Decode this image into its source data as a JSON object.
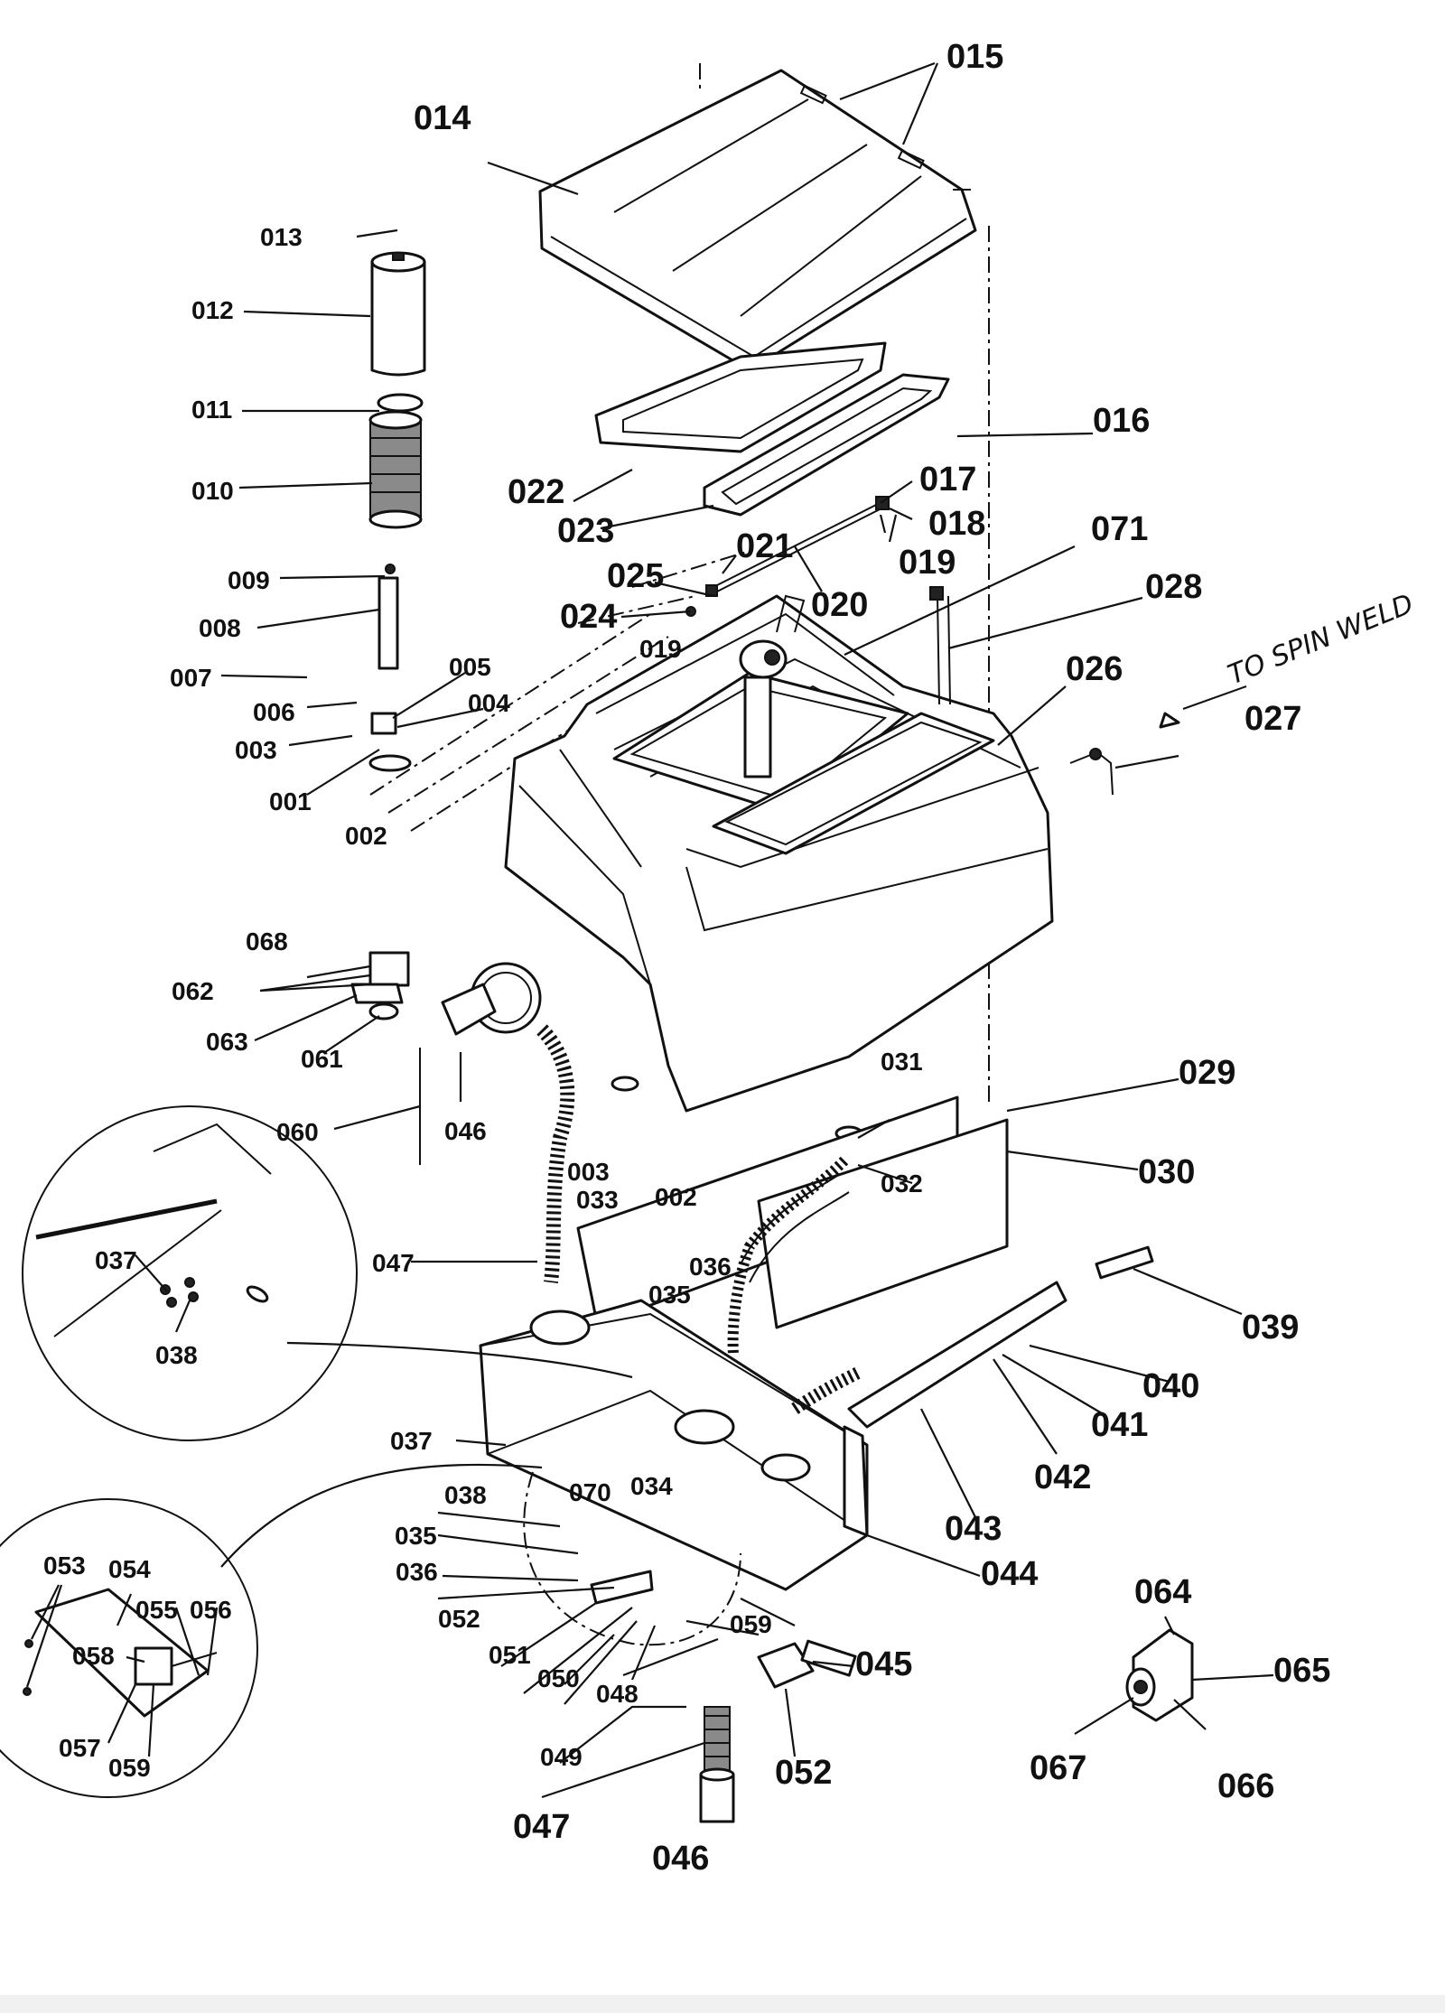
{
  "note": "TO SPIN WELD",
  "labels": {
    "p001": "001",
    "p002": "002",
    "p003": "003",
    "p004": "004",
    "p005": "005",
    "p006": "006",
    "p007": "007",
    "p008": "008",
    "p009": "009",
    "p010": "010",
    "p011": "011",
    "p012": "012",
    "p013": "013",
    "p014": "014",
    "p015": "015",
    "p016": "016",
    "p017": "017",
    "p018": "018",
    "p019": "019",
    "p020": "020",
    "p021": "021",
    "p022": "022",
    "p023": "023",
    "p024": "024",
    "p025": "025",
    "p026": "026",
    "p027": "027",
    "p028": "028",
    "p029": "029",
    "p030": "030",
    "p031": "031",
    "p032": "032",
    "p033": "033",
    "p034": "034",
    "p035": "035",
    "p036": "036",
    "p037": "037",
    "p038": "038",
    "p039": "039",
    "p040": "040",
    "p041": "041",
    "p042": "042",
    "p043": "043",
    "p044": "044",
    "p045": "045",
    "p046": "046",
    "p047": "047",
    "p048": "048",
    "p049": "049",
    "p050": "050",
    "p051": "051",
    "p052": "052",
    "p053": "053",
    "p054": "054",
    "p055": "055",
    "p056": "056",
    "p057": "057",
    "p058": "058",
    "p059": "059",
    "p060": "060",
    "p061": "061",
    "p062": "062",
    "p063": "063",
    "p064": "064",
    "p065": "065",
    "p066": "066",
    "p067": "067",
    "p068": "068",
    "p070": "070",
    "p071": "071"
  }
}
